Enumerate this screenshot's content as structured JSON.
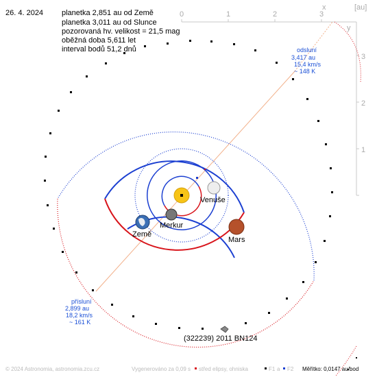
{
  "header": {
    "date": "26. 4. 2024",
    "lines": [
      "planetka 2,851 au od Země",
      "planetka 3,011 au od Slunce",
      "pozorovaná hv. velikost = 21,5 mag",
      "oběžná doba 5,611 let",
      "interval bodů 51,2 dnů"
    ]
  },
  "axes": {
    "unit": "[au]",
    "x_label": "x",
    "y_label": "y",
    "x_ticks": [
      "0",
      "1",
      "2",
      "3"
    ],
    "y_ticks": [
      "3",
      "2",
      "1"
    ]
  },
  "aphelion": {
    "title": "odsluní",
    "distance": "3,417 au",
    "speed": "15,4 km/s",
    "temp": "~ 148 K"
  },
  "perihelion": {
    "title": "přísluní",
    "distance": "2,899 au",
    "speed": "18,2 km/s",
    "temp": "~ 161 K"
  },
  "planets": {
    "venus": "Venuše",
    "mercury": "Merkur",
    "earth": "Země",
    "mars": "Mars"
  },
  "asteroid": {
    "name": "(322239) 2011 BN124"
  },
  "footer": {
    "copyright": "© 2024 Astronomia, astronomia.zcu.cz",
    "generated": "Vygenerováno za 0,09 s",
    "legend_center": "střed elipsy, ohniska",
    "f1": "F1",
    "a": "a",
    "f2": "F2",
    "scale": "Měřítko: 0,0147 au/bod"
  },
  "colors": {
    "orbit_above": "#1b3fd1",
    "orbit_below": "#d8141b",
    "grid": "#bbbbbb",
    "apsis_line": "#f2b08a",
    "node_text": "#1a4fd6"
  }
}
